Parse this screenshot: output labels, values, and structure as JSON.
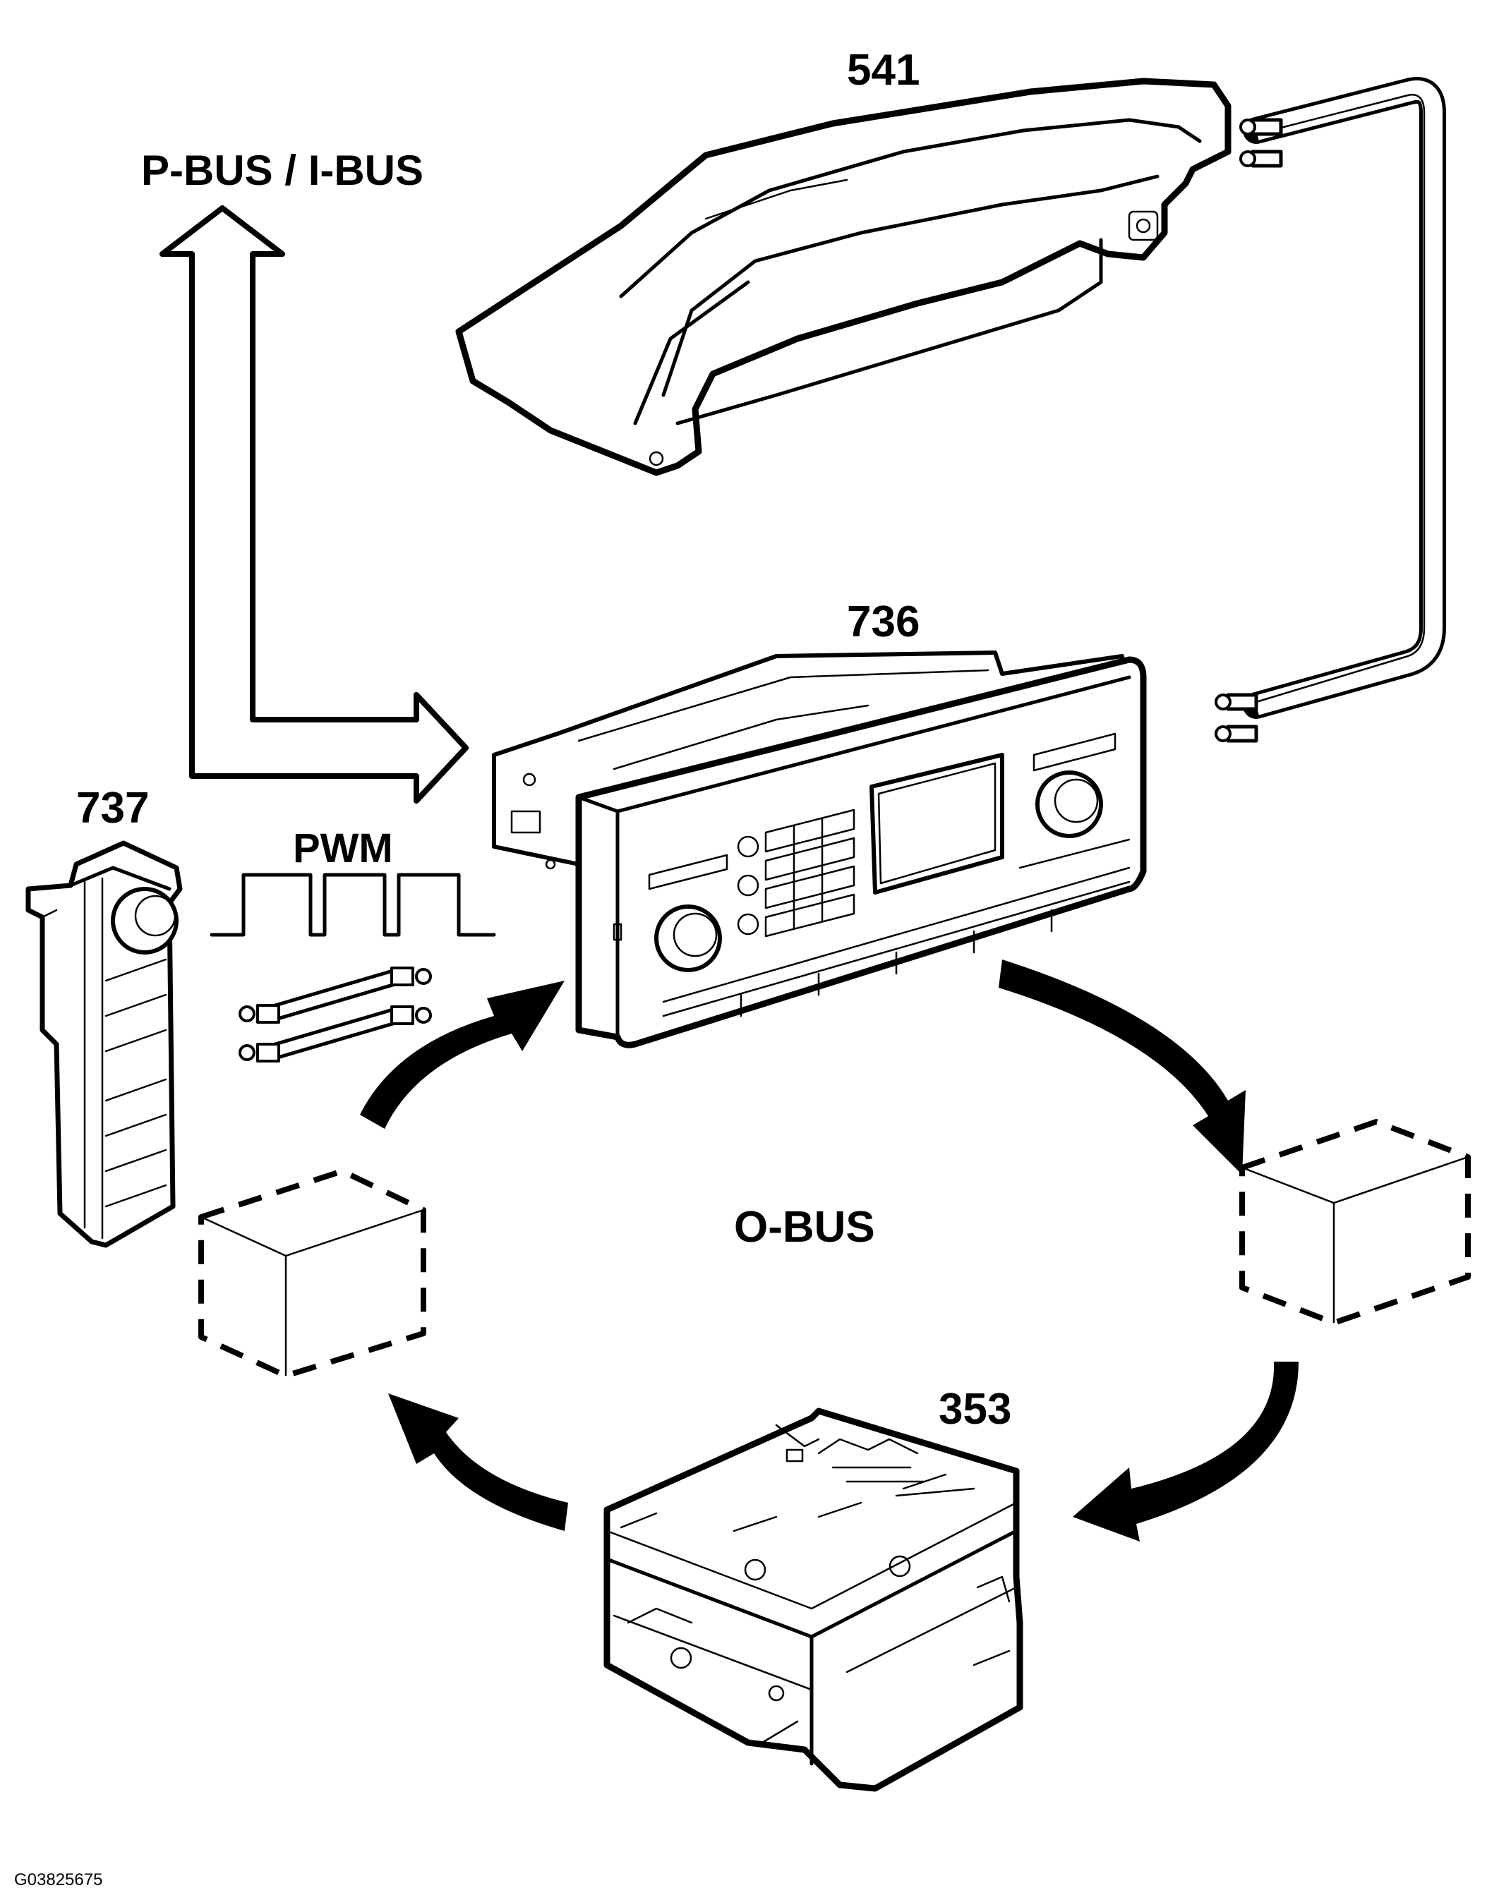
{
  "labels": {
    "bus_top": "P-BUS / I-BUS",
    "part_541": "541",
    "part_736": "736",
    "part_737": "737",
    "part_353": "353",
    "pwm": "PWM",
    "obus": "O-BUS",
    "figure_id": "G03825675"
  },
  "colors": {
    "line": "#000000",
    "background": "#ffffff"
  },
  "icons": [
    "fiber-optic-cable-icon",
    "double-arrow-icon",
    "pwm-signal-icon",
    "circular-arrow-icon"
  ]
}
